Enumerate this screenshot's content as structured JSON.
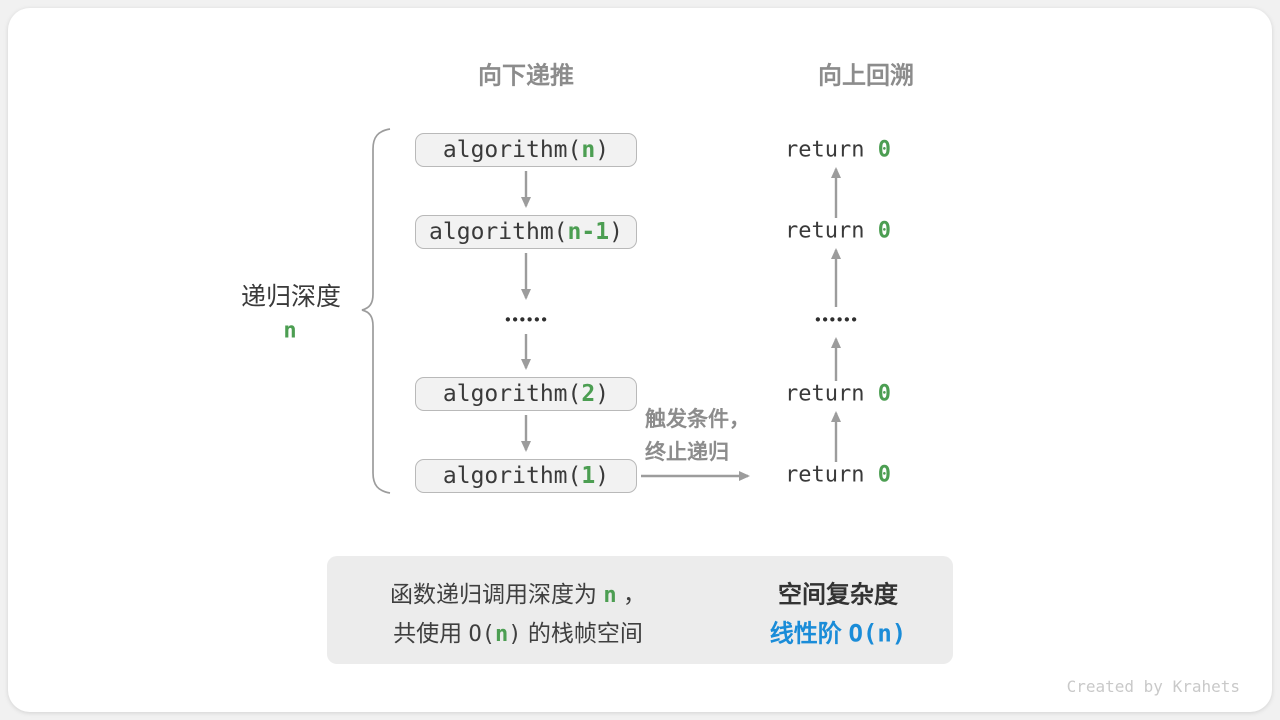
{
  "colors": {
    "page_bg": "#f1f1f1",
    "card_bg": "#ffffff",
    "green": "#4c9e52",
    "blue": "#1a8cd8",
    "arrow": "#9c9c9c",
    "block_arrow": "#bdbdbd",
    "gray_label": "#8c8c8c",
    "dark_text": "#3a3a3a",
    "box_bg": "#f2f2f2",
    "box_border": "#b9b9b9",
    "panel_bg": "#ececec",
    "credit_color": "#c9c9c9"
  },
  "headers": {
    "recurse_down": "向下递推",
    "backtrack_up": "向上回溯"
  },
  "depth_label": {
    "text": "递归深度",
    "var": "n"
  },
  "calls": [
    {
      "pre": "algorithm(",
      "arg": "n",
      "post": ")"
    },
    {
      "pre": "algorithm(",
      "arg": "n-1",
      "post": ")"
    },
    {
      "pre": "algorithm(",
      "arg": "2",
      "post": ")"
    },
    {
      "pre": "algorithm(",
      "arg": "1",
      "post": ")"
    }
  ],
  "ellipsis": "••••••",
  "returns": [
    {
      "pre": "return ",
      "val": "0"
    },
    {
      "pre": "return ",
      "val": "0"
    },
    {
      "pre": "return ",
      "val": "0"
    },
    {
      "pre": "return ",
      "val": "0"
    }
  ],
  "trigger": {
    "line1": "触发条件，",
    "line2": "终止递归"
  },
  "panel": {
    "line1_pre": "函数递归调用深度为 ",
    "line1_var": "n",
    "line1_post": " ，",
    "line2_pre": "共使用 ",
    "line2_code_pre": "O(",
    "line2_var": "n",
    "line2_code_post": ")",
    "line2_post": " 的栈帧空间",
    "result_title": "空间复杂度",
    "result_pre": "线性阶 ",
    "result_code": "O(n)"
  },
  "credit": "Created by Krahets"
}
